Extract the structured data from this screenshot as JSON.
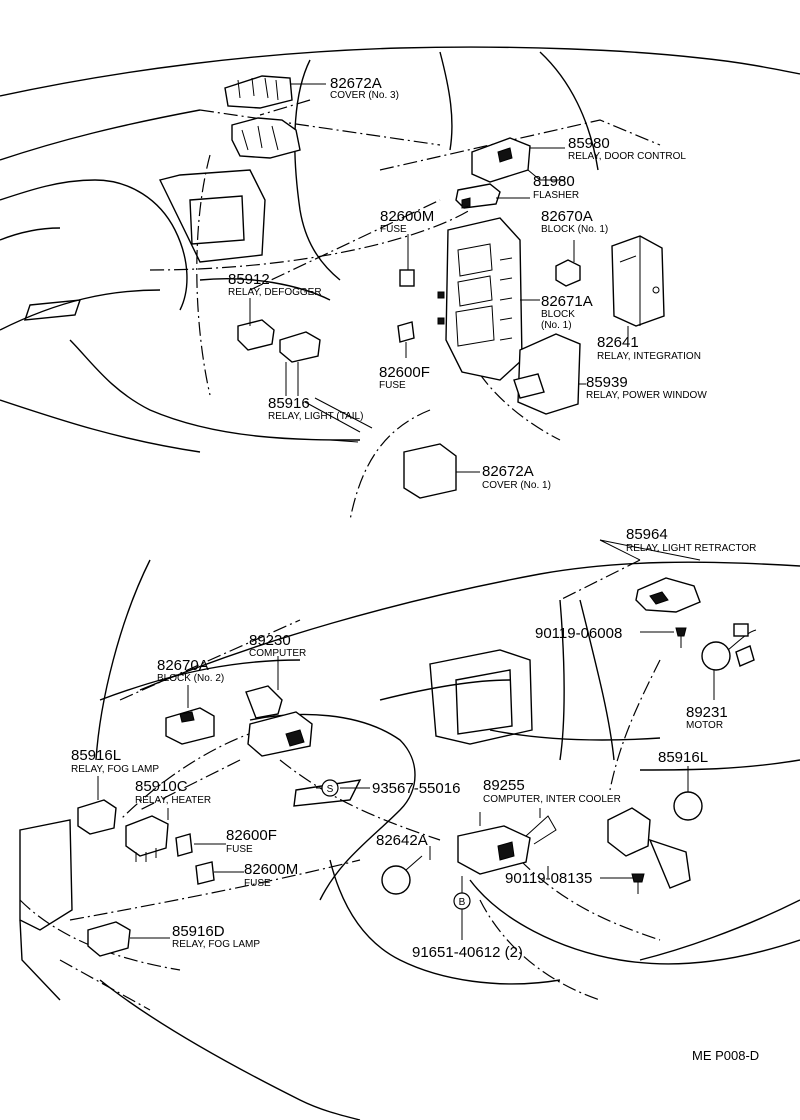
{
  "drawing_ref": "ME P008-D",
  "callouts": {
    "c82672A_top": {
      "part_no": "82672A",
      "desc": "COVER (No. 3)"
    },
    "c85980": {
      "part_no": "85980",
      "desc": "RELAY, DOOR CONTROL"
    },
    "c81980": {
      "part_no": "81980",
      "desc": "FLASHER"
    },
    "c82600M_top": {
      "part_no": "82600M",
      "desc": "FUSE"
    },
    "c82670A_top": {
      "part_no": "82670A",
      "desc": "BLOCK (No. 1)"
    },
    "c85912": {
      "part_no": "85912",
      "desc": "RELAY, DEFOGGER"
    },
    "c82671A": {
      "part_no": "82671A",
      "desc": "BLOCK",
      "desc2": "(No. 1)"
    },
    "c82641": {
      "part_no": "82641",
      "desc": "RELAY, INTEGRATION"
    },
    "c82600F_top": {
      "part_no": "82600F",
      "desc": "FUSE"
    },
    "c85939": {
      "part_no": "85939",
      "desc": "RELAY, POWER WINDOW"
    },
    "c85916": {
      "part_no": "85916",
      "desc": "RELAY, LIGHT (TAIL)"
    },
    "c82672A_bot": {
      "part_no": "82672A",
      "desc": "COVER (No. 1)"
    },
    "c85964": {
      "part_no": "85964",
      "desc": "RELAY, LIGHT RETRACTOR"
    },
    "c89230": {
      "part_no": "89230",
      "desc": "COMPUTER"
    },
    "c90119_06008": {
      "part_no": "90119-06008"
    },
    "c82670A_bot": {
      "part_no": "82670A",
      "desc": "BLOCK (No. 2)"
    },
    "c89231": {
      "part_no": "89231",
      "desc": "MOTOR"
    },
    "c85916L_left": {
      "part_no": "85916L",
      "desc": "RELAY, FOG LAMP"
    },
    "c85916L_right": {
      "part_no": "85916L"
    },
    "c85910C": {
      "part_no": "85910C",
      "desc": "RELAY, HEATER"
    },
    "c93567": {
      "part_no": "93567-55016",
      "marker": "S"
    },
    "c89255": {
      "part_no": "89255",
      "desc": "COMPUTER, INTER COOLER"
    },
    "c82600F_bot": {
      "part_no": "82600F",
      "desc": "FUSE"
    },
    "c82642A": {
      "part_no": "82642A"
    },
    "c82600M_bot": {
      "part_no": "82600M",
      "desc": "FUSE"
    },
    "c90119_08135": {
      "part_no": "90119-08135"
    },
    "c85916D": {
      "part_no": "85916D",
      "desc": "RELAY, FOG LAMP"
    },
    "c91651": {
      "part_no": "91651-40612 (2)",
      "marker": "B"
    }
  }
}
